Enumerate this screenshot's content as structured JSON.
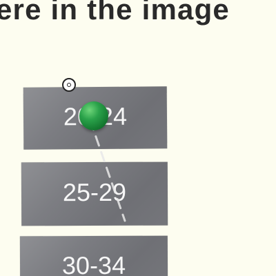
{
  "question": {
    "text": "ere in the image"
  },
  "options": [
    {
      "label": "20-24"
    },
    {
      "label": "25-29"
    },
    {
      "label": "30-34"
    }
  ],
  "pointer": {
    "ball_color": "#2aa24a",
    "ray_color": "#e6e6e6",
    "reticle_icon": "reticle-icon"
  },
  "colors": {
    "background": "#fdfdf0",
    "option_panel": "#7c7d82",
    "option_text": "#f7f7f7",
    "question_text": "#2a2a2a"
  }
}
